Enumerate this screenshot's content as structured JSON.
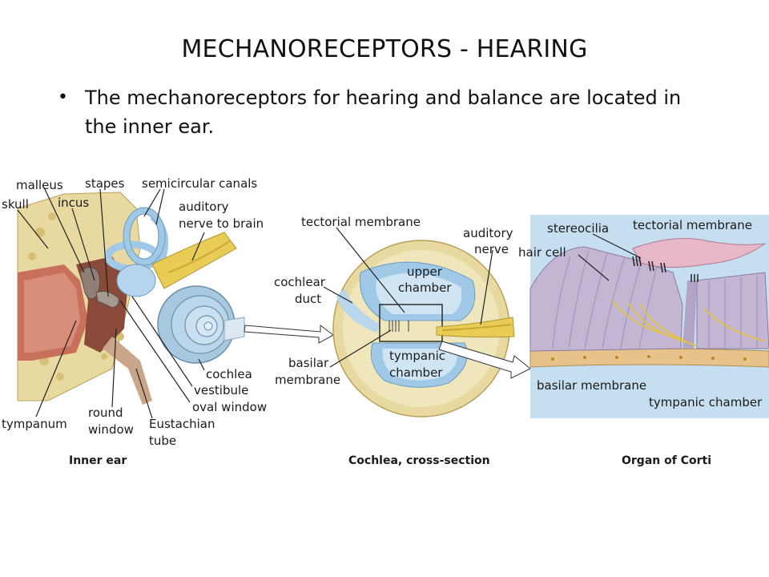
{
  "slide": {
    "title": "MECHANORECEPTORS - HEARING",
    "bullet": "The mechanoreceptors for hearing and balance are located in the inner ear."
  },
  "figure": {
    "inner_ear": {
      "caption": "Inner ear",
      "labels": {
        "malleus": "malleus",
        "skull": "skull",
        "incus": "incus",
        "stapes": "stapes",
        "semicircular_canals": "semicircular canals",
        "auditory_nerve_1": "auditory",
        "auditory_nerve_2": "nerve to brain",
        "cochlea": "cochlea",
        "vestibule": "vestibule",
        "oval_window": "oval window",
        "tympanum": "tympanum",
        "round_window_1": "round",
        "round_window_2": "window",
        "eustachian_1": "Eustachian",
        "eustachian_2": "tube"
      }
    },
    "cochlea": {
      "caption": "Cochlea, cross-section",
      "labels": {
        "tectorial": "tectorial membrane",
        "auditory_1": "auditory",
        "auditory_2": "nerve",
        "cochlear_duct_1": "cochlear",
        "cochlear_duct_2": "duct",
        "upper_chamber_1": "upper",
        "upper_chamber_2": "chamber",
        "basilar_1": "basilar",
        "basilar_2": "membrane",
        "tympanic_1": "tympanic",
        "tympanic_2": "chamber"
      }
    },
    "corti": {
      "caption": "Organ of Corti",
      "labels": {
        "stereocilia": "stereocilia",
        "tectorial": "tectorial membrane",
        "hair_cell": "hair cell",
        "basilar": "basilar membrane",
        "tympanic": "tympanic chamber"
      }
    },
    "colors": {
      "bone": "#e8d9a0",
      "tissue": "#c9705c",
      "canal_blue": "#9fc9e6",
      "nerve_yellow": "#e8cc55",
      "corti_bg": "#c5dff0",
      "hair_cell": "#c3b6d2",
      "tectorial": "#e6b8c8"
    }
  }
}
